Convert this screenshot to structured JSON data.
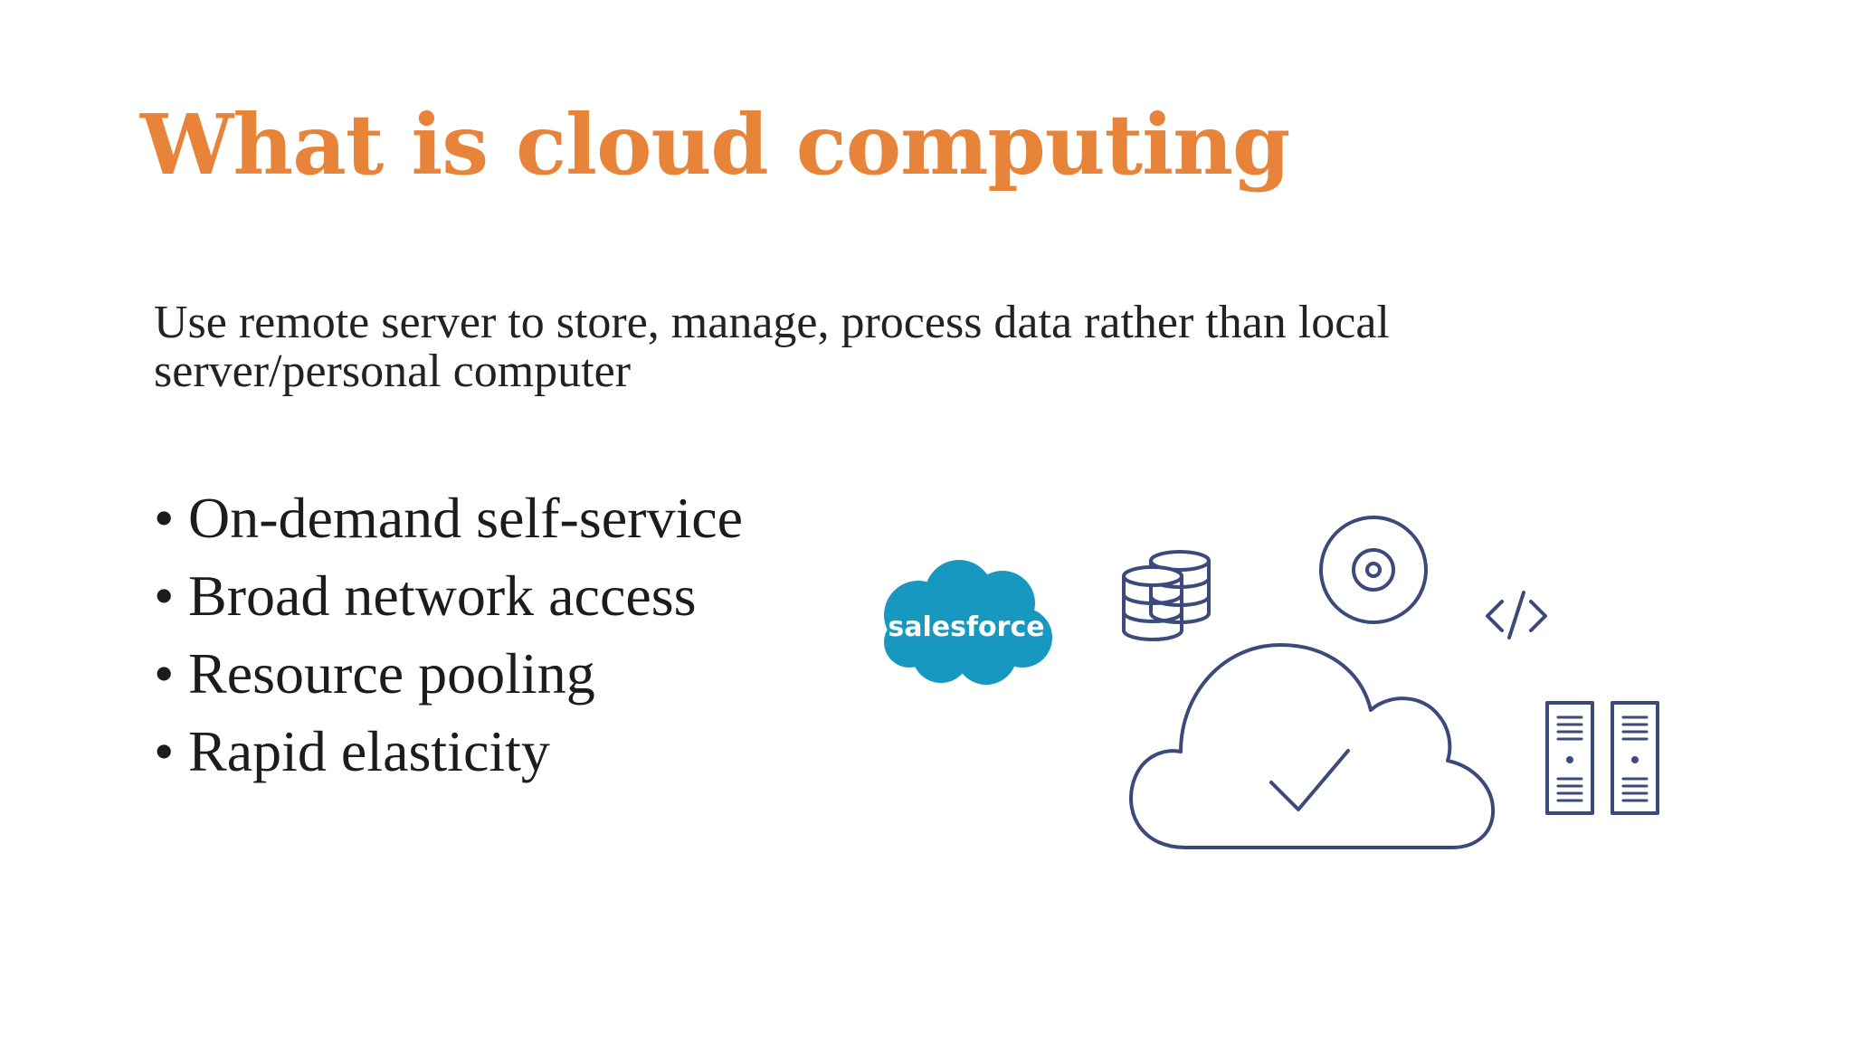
{
  "slide": {
    "title": "What is cloud computing",
    "description": "Use remote server to store, manage, process data rather than local server/personal computer",
    "bullets": [
      "On-demand self-service",
      "Broad network access",
      "Resource pooling",
      "Rapid elasticity"
    ],
    "bullet_symbol": "•"
  },
  "illustration": {
    "salesforce_logo_text": "salesforce",
    "icons": [
      "database-icon",
      "disc-icon",
      "code-icon",
      "cloud-check-icon",
      "server-rack-icon"
    ]
  },
  "colors": {
    "title": "#E8833A",
    "text": "#222222",
    "icon_stroke": "#3B4A7A",
    "salesforce_blue": "#1798C1"
  }
}
